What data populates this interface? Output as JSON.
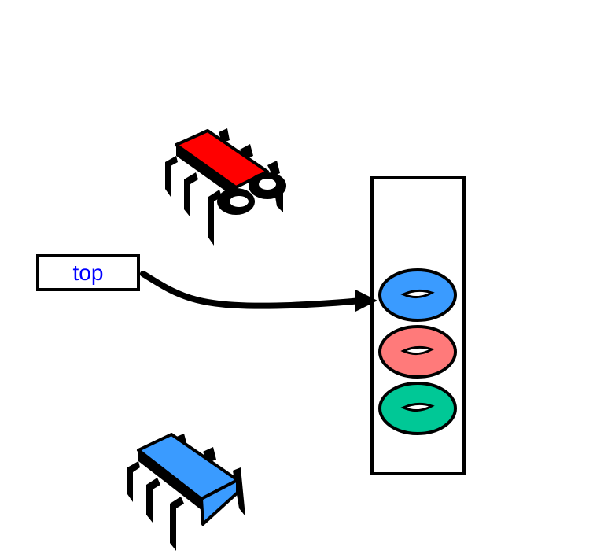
{
  "pointer": {
    "label": "top",
    "label_color": "#0000ff"
  },
  "stack": {
    "items": [
      {
        "name": "blue-donut",
        "color": "#3a9bff"
      },
      {
        "name": "pink-donut",
        "color": "#ff7a7a"
      },
      {
        "name": "green-donut",
        "color": "#00c896"
      }
    ]
  },
  "bugs": [
    {
      "name": "red-bug",
      "color": "#ff0000",
      "has_eyes": true
    },
    {
      "name": "blue-bug",
      "color": "#3a9bff",
      "has_eyes": false
    }
  ]
}
